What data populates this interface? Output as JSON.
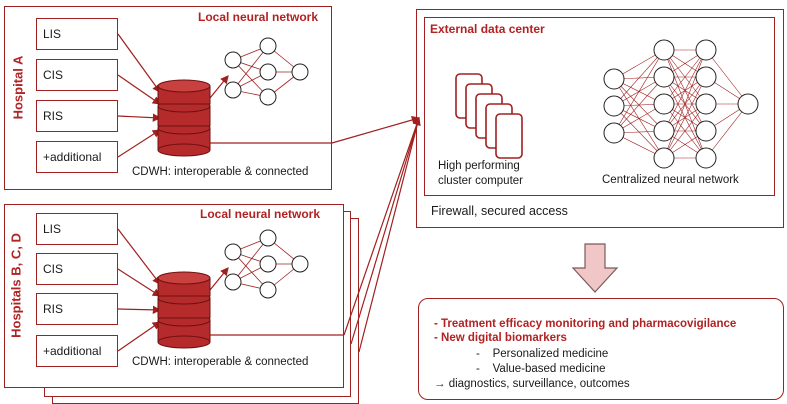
{
  "hospital_a": {
    "label": "Hospital A",
    "network_title": "Local neural network",
    "systems": [
      "LIS",
      "CIS",
      "RIS",
      "+additional"
    ],
    "warehouse_caption": "CDWH: interoperable & connected"
  },
  "hospitals_bcd": {
    "label": "Hospitals B, C, D",
    "network_title": "Local neural network",
    "systems": [
      "LIS",
      "CIS",
      "RIS",
      "+additional"
    ],
    "warehouse_caption": "CDWH: interoperable & connected"
  },
  "external": {
    "title": "External data center",
    "cluster_caption_1": "High performing",
    "cluster_caption_2": "cluster computer",
    "network_caption": "Centralized neural network",
    "firewall": "Firewall, secured access"
  },
  "outcomes": {
    "line1": "- Treatment efficacy monitoring and pharmacovigilance",
    "line2": "- New digital biomarkers",
    "line3": "-    Personalized medicine",
    "line4": "-    Value-based medicine",
    "line5": "→ diagnostics, surveillance, outcomes"
  },
  "colors": {
    "accent": "#a02020",
    "cylinder": "#b52a2a",
    "arrow_fill": "#f1c6c6"
  }
}
